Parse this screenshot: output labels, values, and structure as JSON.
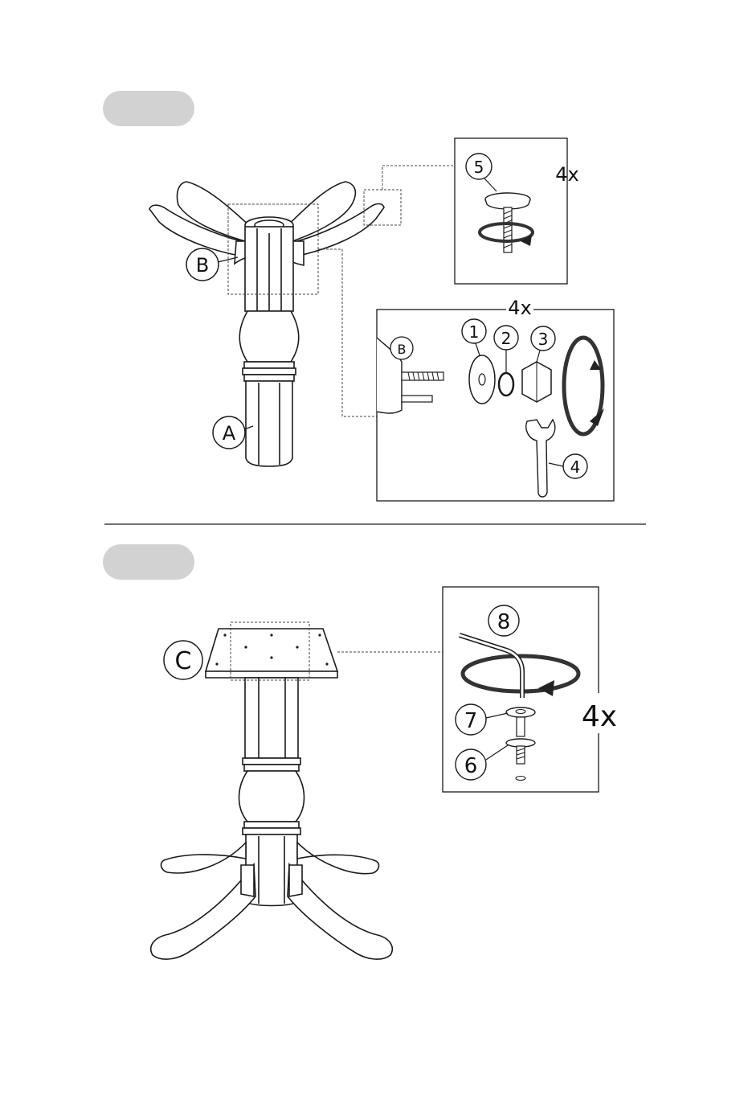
{
  "steps": [
    {
      "step_badge": "",
      "part_labels": {
        "leg": "B",
        "column": "A"
      },
      "detail_cap": {
        "count": "4x",
        "callouts": [
          "5"
        ]
      },
      "detail_bolt": {
        "count": "4x",
        "part_label": "B",
        "callouts": [
          "1",
          "2",
          "3",
          "4"
        ]
      }
    },
    {
      "step_badge": "",
      "part_labels": {
        "top_plate": "C"
      },
      "detail_screw": {
        "count": "4x",
        "callouts": [
          "8",
          "7",
          "6"
        ]
      }
    }
  ],
  "colors": {
    "line": "#1a1a1a",
    "badge": "#d2d2d2",
    "arrow": "#333333",
    "paper": "#ffffff"
  },
  "icons": [
    "rotate-arrow-icon",
    "wrench-icon",
    "allen-key-icon"
  ]
}
